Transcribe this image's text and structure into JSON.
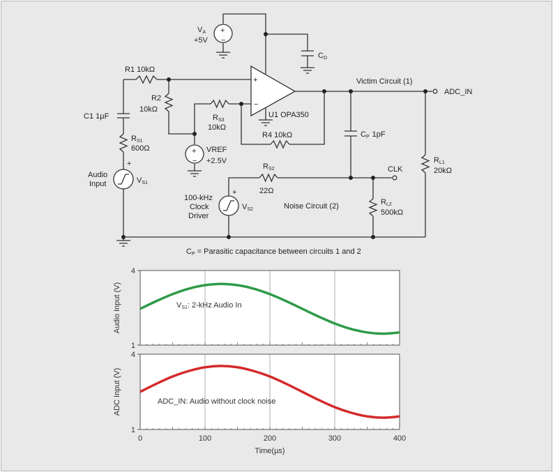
{
  "circuit": {
    "va": {
      "label": "V",
      "sub": "A",
      "value": "+5V"
    },
    "cd": {
      "label": "C",
      "sub": "D"
    },
    "r1": {
      "label": "R1 10kΩ"
    },
    "r2": {
      "label": "R2",
      "value": "10kΩ"
    },
    "rs3": {
      "label": "R",
      "sub": "S3",
      "value": "10kΩ"
    },
    "r4": {
      "label": "R4 10kΩ"
    },
    "u1": {
      "label": "U1 OPA350"
    },
    "c1": {
      "label": "C1 1µF"
    },
    "rs1": {
      "label": "R",
      "sub": "S1",
      "value": "600Ω"
    },
    "vs1": {
      "label": "V",
      "sub": "S1",
      "name_line1": "Audio",
      "name_line2": "Input"
    },
    "vref": {
      "label": "VREF",
      "value": "+2.5V"
    },
    "victim": "Victim Circuit (1)",
    "adc_in": "ADC_IN",
    "cp": {
      "label": "C",
      "sub": "P",
      "value": "1pF"
    },
    "rs2": {
      "label": "R",
      "sub": "S2",
      "value": "22Ω"
    },
    "clk": "CLK",
    "vs2": {
      "label": "V",
      "sub": "S2",
      "name_line1": "100-kHz",
      "name_line2": "Clock",
      "name_line3": "Driver"
    },
    "noise": "Noise Circuit (2)",
    "rl1": {
      "label": "R",
      "sub": "L1",
      "value": "20kΩ"
    },
    "rl2": {
      "label": "R",
      "sub": "L2",
      "value": "500kΩ"
    },
    "plus": "+",
    "minus": "−",
    "caption": {
      "label": "C",
      "sub": "P",
      "text": " = Parasitic capacitance between circuits 1 and 2"
    }
  },
  "chart_data": [
    {
      "type": "line",
      "ylabel": "Audio Input (V)",
      "xlabel": "",
      "xlim": [
        0,
        400
      ],
      "ylim": [
        1,
        4
      ],
      "yticks": [
        "1",
        "4"
      ],
      "grid": true,
      "annotation": {
        "label": "V",
        "sub": "S1",
        "text": ": 2-kHz Audio In"
      },
      "color": "#2e9b48",
      "x": [
        0,
        25,
        50,
        75,
        100,
        125,
        150,
        175,
        200,
        225,
        250,
        275,
        300,
        325,
        350,
        375,
        400
      ],
      "y": [
        2.46,
        2.77,
        3.05,
        3.27,
        3.41,
        3.46,
        3.41,
        3.27,
        3.05,
        2.77,
        2.46,
        2.15,
        1.87,
        1.65,
        1.51,
        1.46,
        1.51
      ]
    },
    {
      "type": "line",
      "ylabel": "ADC Input (V)",
      "xlabel": "Time(µs)",
      "xlim": [
        0,
        400
      ],
      "ylim": [
        1,
        4
      ],
      "yticks": [
        "1",
        "4"
      ],
      "xticks": [
        "0",
        "100",
        "200",
        "300",
        "400"
      ],
      "grid": true,
      "annotation": {
        "text": "ADC_IN: Audio without clock noise"
      },
      "color": "#d42a2a",
      "x": [
        0,
        25,
        50,
        75,
        100,
        125,
        150,
        175,
        200,
        225,
        250,
        275,
        300,
        325,
        350,
        375,
        400
      ],
      "y": [
        2.5,
        2.82,
        3.11,
        3.33,
        3.48,
        3.53,
        3.48,
        3.33,
        3.11,
        2.82,
        2.5,
        2.18,
        1.89,
        1.67,
        1.52,
        1.47,
        1.52
      ]
    }
  ]
}
